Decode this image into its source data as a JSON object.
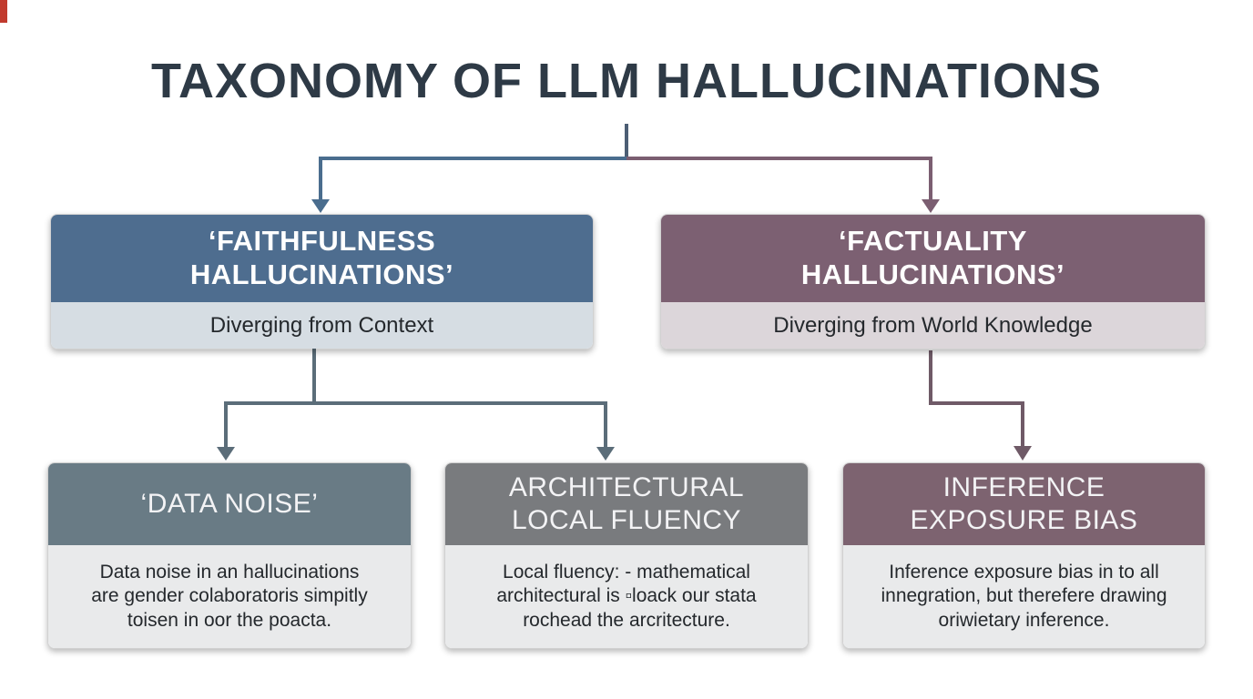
{
  "title": "TAXONOMY OF LLM HALLUCINATIONS",
  "colors": {
    "background": "#ffffff",
    "title_text": "#2e3a46",
    "header_text": "#ffffff",
    "body_text": "#24282c",
    "blue_header": "#4e6d8f",
    "blue_sub_bg": "#d6dde3",
    "mauve_header": "#7c6072",
    "mauve_sub_bg": "#dcd6da",
    "slate_header": "#697b85",
    "gray_header": "#797b7e",
    "mauve2_header": "#7d6370",
    "body_bg": "#e9eaeb",
    "connector_dark": "#4c5e74",
    "connector_blue": "#4a6d8e",
    "connector_mauve": "#7b5e71",
    "connector_slate": "#5b6d79",
    "connector_mauve2": "#6f5a67",
    "corner_mark": "#c13a2e"
  },
  "nodes": {
    "faithfulness": {
      "title_lines": [
        "‘FAITHFULNESS",
        "HALLUCINATIONS’"
      ],
      "subtitle": "Diverging from Context"
    },
    "factuality": {
      "title_lines": [
        "‘FACTUALITY",
        "HALLUCINATIONS’"
      ],
      "subtitle": "Diverging from World Knowledge"
    },
    "data_noise": {
      "title_lines": [
        "‘DATA NOISE’"
      ],
      "body_lines": [
        "Data noise in an hallucinations",
        "are gender colaboratoris simpitly",
        "toisen in oor the poacta."
      ]
    },
    "architectural": {
      "title_lines": [
        "ARCHITECTURAL",
        "LOCAL FLUENCY"
      ],
      "body_lines": [
        "Local fluency: - mathematical",
        "architectural is ▫loack our stata",
        "rochead the arcritecture."
      ]
    },
    "inference": {
      "title_lines": [
        "INFERENCE",
        "EXPOSURE BIAS"
      ],
      "body_lines": [
        "Inference exposure bias in to all",
        "innegration, but therefere drawing",
        "oriwietary inference."
      ]
    }
  }
}
